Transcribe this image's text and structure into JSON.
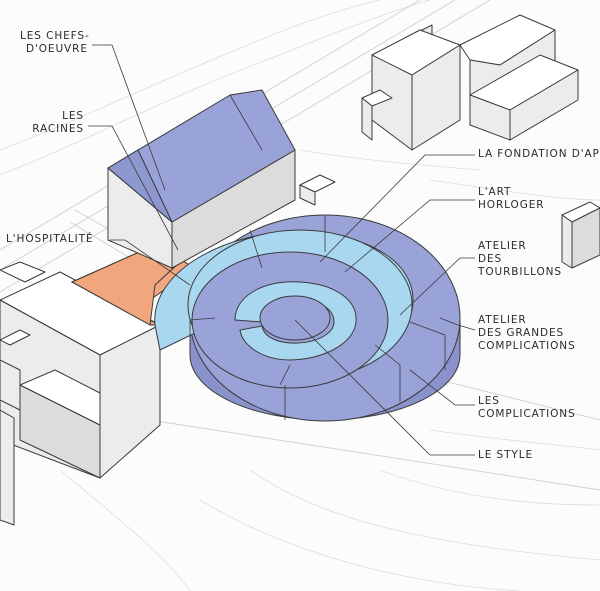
{
  "labels": {
    "chefs_doeuvre_1": "LES CHEFS-",
    "chefs_doeuvre_2": "D'OEUVRE",
    "racines_1": "LES",
    "racines_2": "RACINES",
    "hospitalite": "L'HOSPITALITÉ",
    "fondation": "LA FONDATION D'AP",
    "art_horloger_1": "L'ART",
    "art_horloger_2": "HORLOGER",
    "tourbillons_1": "ATELIER",
    "tourbillons_2": "DES",
    "tourbillons_3": "TOURBILLONS",
    "grandes_1": "ATELIER",
    "grandes_2": "DES GRANDES",
    "grandes_3": "COMPLICATIONS",
    "complications_1": "LES",
    "complications_2": "COMPLICATIONS",
    "style": "LE STYLE"
  },
  "colors": {
    "spiral_outer": "#9aa3d8",
    "spiral_inner": "#a9d7ef",
    "hospitality": "#f2a67e",
    "roof": "#9aa3d8",
    "line": "#3a3a3a"
  }
}
